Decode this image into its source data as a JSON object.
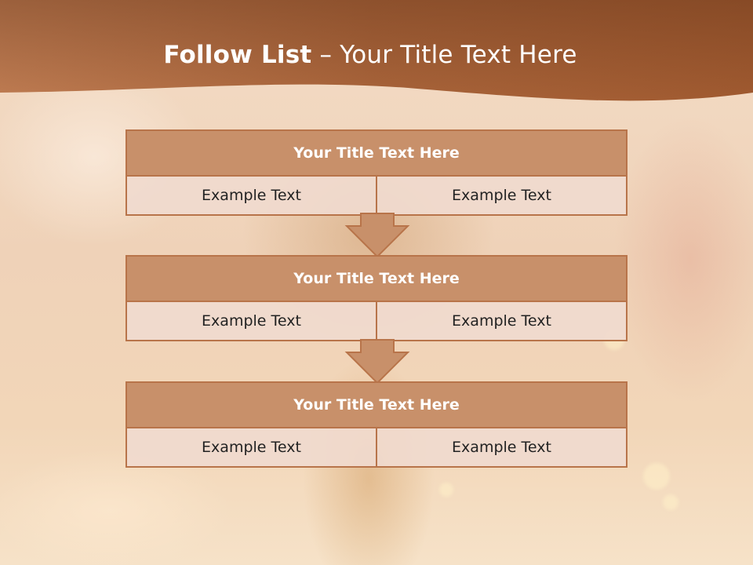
{
  "slide": {
    "title_bold": "Follow List",
    "title_rest": " – Your Title Text Here"
  },
  "blocks": [
    {
      "title": "Your Title Text Here",
      "left": "Example Text",
      "right": "Example Text"
    },
    {
      "title": "Your Title Text Here",
      "left": "Example Text",
      "right": "Example Text"
    },
    {
      "title": "Your Title Text Here",
      "left": "Example Text",
      "right": "Example Text"
    }
  ],
  "colors": {
    "header_band": "#a9643a",
    "box_fill": "#c8906a",
    "box_border": "#b8744a",
    "cell_fill": "#f0dace"
  }
}
